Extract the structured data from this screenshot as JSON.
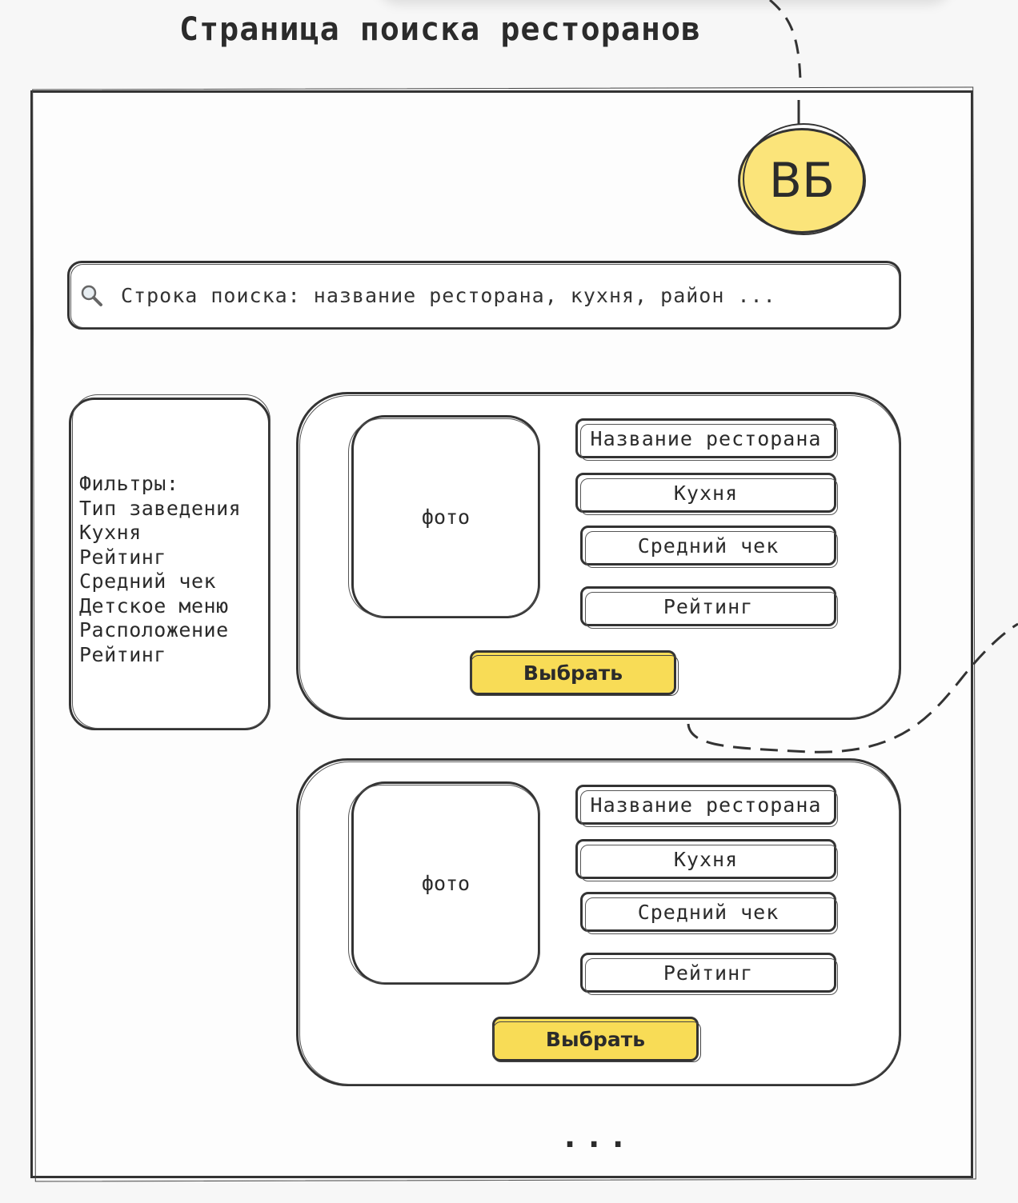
{
  "page": {
    "title": "Страница поиска ресторанов"
  },
  "header": {
    "avatar_initials": "ВБ"
  },
  "search": {
    "placeholder": "Строка поиска: название ресторана, кухня, район ...",
    "icon": "search-icon"
  },
  "filters": {
    "heading": "Фильтры:",
    "items": [
      "Тип заведения",
      "Кухня",
      "Рейтинг",
      "Средний чек",
      "Детское меню",
      "Расположение",
      "Рейтинг"
    ]
  },
  "results": [
    {
      "photo_label": "фото",
      "name": "Название ресторана",
      "cuisine": "Кухня",
      "avg_check": "Средний чек",
      "rating": "Рейтинг",
      "select_label": "Выбрать"
    },
    {
      "photo_label": "фото",
      "name": "Название ресторана",
      "cuisine": "Кухня",
      "avg_check": "Средний чек",
      "rating": "Рейтинг",
      "select_label": "Выбрать"
    }
  ],
  "pagination": {
    "more": "..."
  },
  "colors": {
    "accent": "#f8dc56",
    "avatar": "#fbe47a",
    "stroke": "#333333"
  }
}
